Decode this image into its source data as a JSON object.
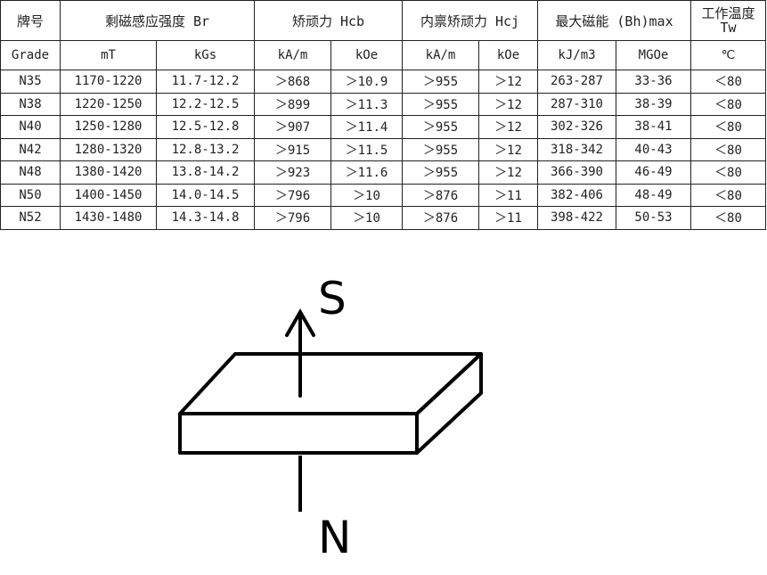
{
  "table": {
    "header": {
      "grade": "牌号",
      "br": "剩磁感应强度 Br",
      "hcb": "矫顽力 Hcb",
      "hcj": "内禀矫顽力 Hcj",
      "bhmax": "最大磁能 (Bh)max",
      "tw_line1": "工作温度",
      "tw_line2": "Tw"
    },
    "units": [
      "Grade",
      "mT",
      "kGs",
      "kA/m",
      "kOe",
      "kA/m",
      "kOe",
      "kJ/m3",
      "MGOe",
      "℃"
    ],
    "rows": [
      [
        "N35",
        "1170-1220",
        "11.7-12.2",
        "＞868",
        "＞10.9",
        "＞955",
        "＞12",
        "263-287",
        "33-36",
        "＜80"
      ],
      [
        "N38",
        "1220-1250",
        "12.2-12.5",
        "＞899",
        "＞11.3",
        "＞955",
        "＞12",
        "287-310",
        "38-39",
        "＜80"
      ],
      [
        "N40",
        "1250-1280",
        "12.5-12.8",
        "＞907",
        "＞11.4",
        "＞955",
        "＞12",
        "302-326",
        "38-41",
        "＜80"
      ],
      [
        "N42",
        "1280-1320",
        "12.8-13.2",
        "＞915",
        "＞11.5",
        "＞955",
        "＞12",
        "318-342",
        "40-43",
        "＜80"
      ],
      [
        "N48",
        "1380-1420",
        "13.8-14.2",
        "＞923",
        "＞11.6",
        "＞955",
        "＞12",
        "366-390",
        "46-49",
        "＜80"
      ],
      [
        "N50",
        "1400-1450",
        "14.0-14.5",
        "＞796",
        "＞10",
        "＞876",
        "＞11",
        "382-406",
        "48-49",
        "＜80"
      ],
      [
        "N52",
        "1430-1480",
        "14.3-14.8",
        "＞796",
        "＞10",
        "＞876",
        "＞11",
        "398-422",
        "50-53",
        "＜80"
      ]
    ]
  },
  "diagram": {
    "north_label": "N",
    "south_label": "S"
  }
}
